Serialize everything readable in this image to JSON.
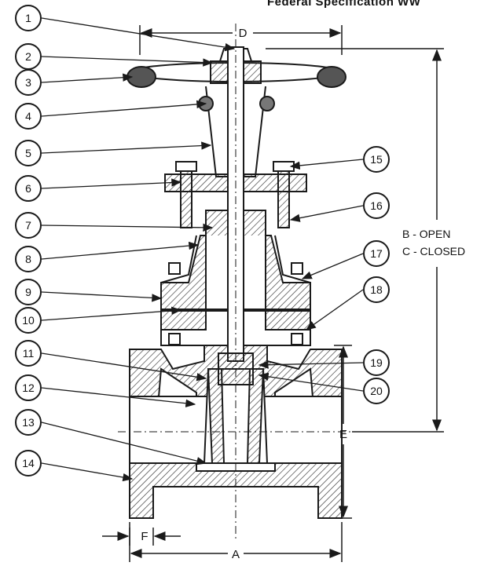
{
  "header_text": "Federal Specification WW",
  "callouts": [
    "1",
    "2",
    "3",
    "4",
    "5",
    "6",
    "7",
    "8",
    "9",
    "10",
    "11",
    "12",
    "13",
    "14",
    "15",
    "16",
    "17",
    "18",
    "19",
    "20"
  ],
  "dimensions": {
    "d": "D",
    "b_open": "B - OPEN",
    "c_closed": "C - CLOSED",
    "e": "E",
    "f": "F",
    "a": "A"
  },
  "colors": {
    "line": "#1a1a1a",
    "hatch": "#333333",
    "background": "#ffffff"
  }
}
